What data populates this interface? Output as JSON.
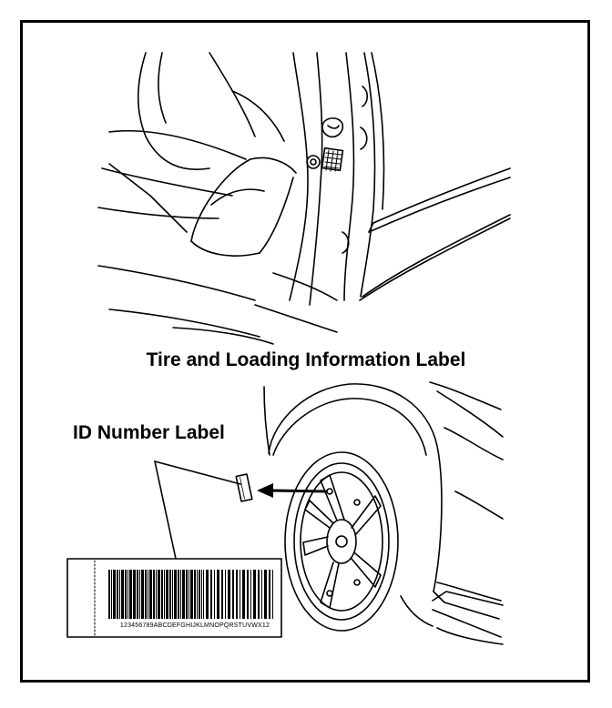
{
  "labels": {
    "tire_loading": "Tire and Loading Information Label",
    "id_number": "ID Number Label"
  },
  "barcode": {
    "text": "123456789ABCDEFGHIJKLMNOPQRSTUVWX12"
  },
  "colors": {
    "line": "#000000",
    "background": "#ffffff"
  }
}
